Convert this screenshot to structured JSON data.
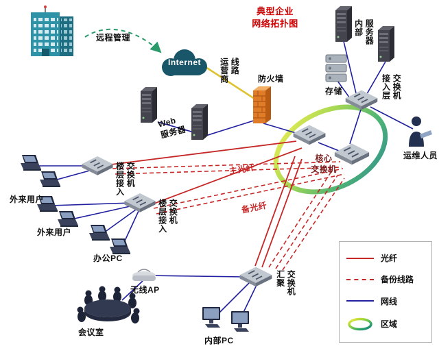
{
  "title": "典型企业\n网络拓扑图",
  "labels": {
    "remote_mgmt": "远程管理",
    "internet": "Internet",
    "carrier": "运营商\n线路",
    "firewall": "防火墙",
    "internal_servers": "内部\n服务器",
    "storage": "存储",
    "access_switch": "接入层\n交换机",
    "ops_staff": "运维人员",
    "web_server": "Web\n服务器",
    "core_switch": "核心\n交换机",
    "floor_switch": "楼层接入\n交换机",
    "external_users": "外来用户",
    "office_pc": "办公PC",
    "wireless_ap": "无线AP",
    "meeting_room": "会议室",
    "agg_switch": "汇聚\n交换机",
    "internal_pc": "内部PC",
    "main_fiber": "主光纤",
    "backup_fiber": "备光纤"
  },
  "legend": {
    "items": [
      {
        "label": "光纤"
      },
      {
        "label": "备份线路"
      },
      {
        "label": "网线"
      },
      {
        "label": "区域"
      }
    ]
  },
  "colors": {
    "fiber": "#c62828",
    "backup_line": "#c62828",
    "network_cable": "#1f1fa0",
    "carrier_line": "#dfc22f",
    "remote_arrow": "#2b9a6a",
    "title": "#d00000",
    "zone_ring": "#f7ef3e,#9ed43c,#35aa62,#147d82"
  }
}
